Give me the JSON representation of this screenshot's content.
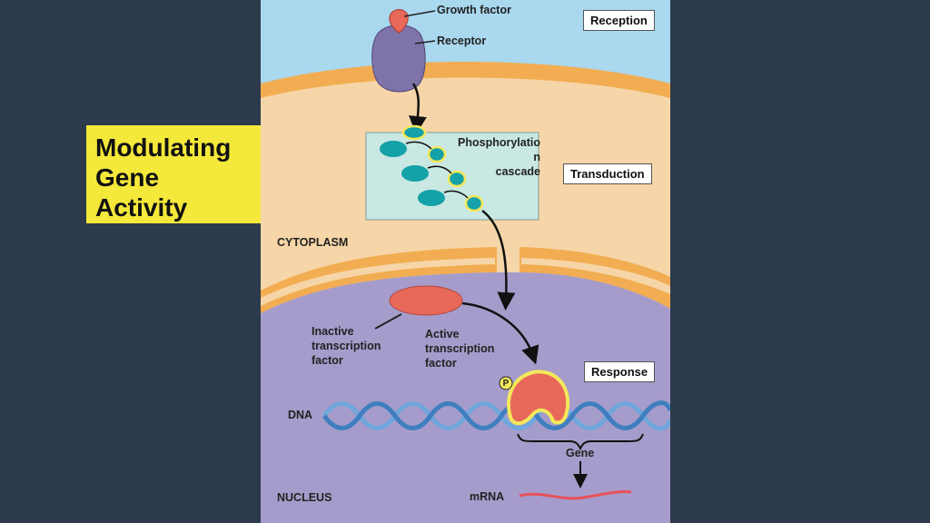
{
  "title": {
    "lines": [
      "Modulating",
      "Gene",
      "Activity"
    ]
  },
  "diagram": {
    "stage_labels": {
      "reception": "Reception",
      "transduction": "Transduction",
      "response": "Response"
    },
    "labels": {
      "growth_factor": "Growth factor",
      "receptor": "Receptor",
      "phosphorylation": [
        "Phosphorylatio",
        "n",
        "cascade"
      ],
      "cytoplasm": "CYTOPLASM",
      "inactive_tf": [
        "Inactive",
        "transcription",
        "factor"
      ],
      "active_tf": [
        "Active",
        "transcription",
        "factor"
      ],
      "phosphate": "P",
      "dna": "DNA",
      "gene": "Gene",
      "nucleus": "NUCLEUS",
      "mrna": "mRNA"
    },
    "colors": {
      "extracellular": "#a9d8ef",
      "cytoplasm": "#f6d6a8",
      "membrane": "#f2ad52",
      "nucleus": "#a59ccb",
      "cascade_box": "#c9e8e3",
      "kinase": "#14a1a7",
      "transcription_factor": "#e8685a",
      "receptor": "#7f74aa",
      "dna": "#6fa6dc",
      "mrna": "#e8505a",
      "highlight": "#f3e85a"
    }
  }
}
